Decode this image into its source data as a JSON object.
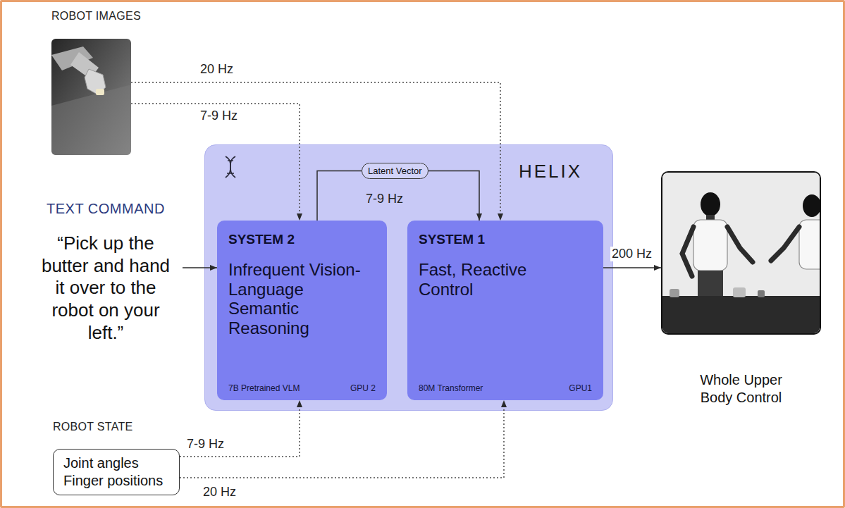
{
  "diagram": {
    "nodes": [
      {
        "text": [
          "ROBOT IMAGES"
        ]
      },
      {
        "text": [
          "TEXT COMMAND",
          "“Pick up the butter and hand it over to the robot on your left.”"
        ]
      },
      {
        "text": [
          "HELIX"
        ]
      },
      {
        "text": [
          "Latent Vector"
        ],
        "in": 2
      },
      {
        "text": [
          "SYSTEM 2",
          "Infrequent Vision-Language Semantic Reasoning",
          "7B Pretrained VLM",
          "GPU 2"
        ],
        "in": 2
      },
      {
        "text": [
          "SYSTEM 1",
          "Fast, Reactive Control",
          "80M Transformer",
          "GPU1"
        ],
        "in": 2
      },
      {
        "text": [
          "Whole Upper Body Control"
        ]
      },
      {
        "text": [
          "ROBOT STATE",
          "Joint angles Finger positions"
        ]
      }
    ],
    "edges": [
      {
        "from": 0,
        "to": 4,
        "label": "7-9 Hz",
        "arrow": "to"
      },
      {
        "from": 0,
        "to": 5,
        "label": "20 Hz",
        "arrow": "to"
      },
      {
        "from": 1,
        "to": 4,
        "arrow": "to"
      },
      {
        "from": 4,
        "to": 3,
        "arrow": "none"
      },
      {
        "from": 3,
        "to": 5,
        "label": "7-9 Hz",
        "arrow": "to"
      },
      {
        "from": 5,
        "to": 6,
        "label": "200 Hz",
        "arrow": "to"
      },
      {
        "from": 7,
        "to": 4,
        "label": "7-9 Hz",
        "arrow": "to"
      },
      {
        "from": 7,
        "to": 5,
        "label": "20 Hz",
        "arrow": "to"
      }
    ]
  }
}
